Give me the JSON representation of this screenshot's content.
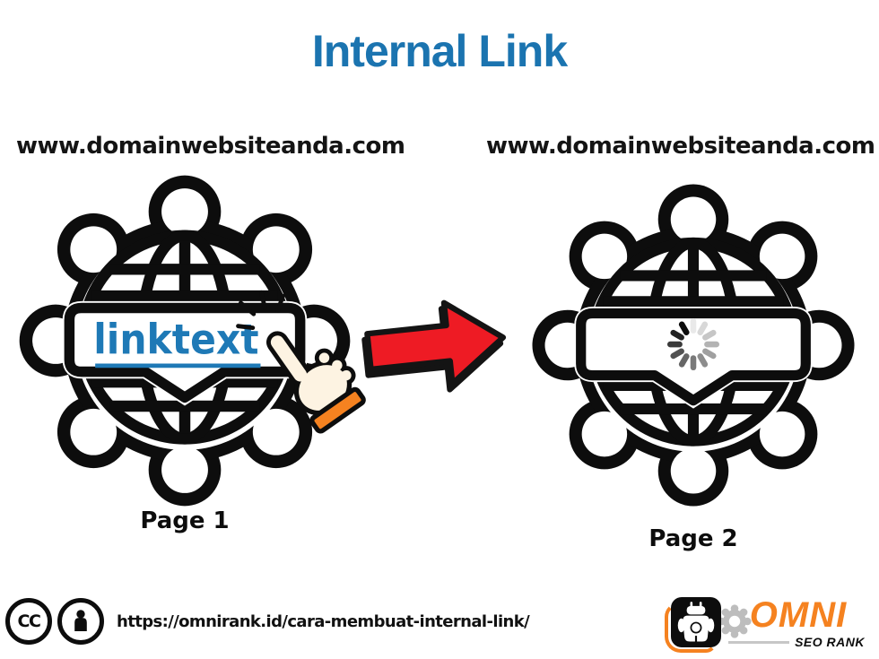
{
  "title": "Internal Link",
  "left_site": {
    "domain": "www.domainwebsiteanda.com",
    "link_text": "linktext",
    "page_label": "Page 1"
  },
  "right_site": {
    "domain": "www.domainwebsiteanda.com",
    "page_label": "Page 2"
  },
  "footer": {
    "cc_label": "CC",
    "url": "https://omnirank.id/cara-membuat-internal-link/"
  },
  "logo": {
    "name": "OMNI",
    "tagline": "SEO RANK"
  },
  "icons": {
    "gear_globe": "cog wheel with globe and label speech-bubble (website page pictogram)",
    "cursor_hand": "clicking hand pointer with orange cuff and click burst",
    "loading_spinner": "12-segment gray loading spinner",
    "red_arrow": "thick red right-pointing arrow with black outline",
    "cc": "creative-commons CC circle",
    "attribution_person": "person-in-circle attribution (BY)",
    "robot_mascot": "white robot mascot in black rounded square"
  },
  "colors": {
    "title_blue": "#1b74b0",
    "link_blue": "#1e79b6",
    "arrow_red": "#ee1b24",
    "brand_orange": "#f58220",
    "hand_cream": "#fdf3e2",
    "ink": "#0d0d0d",
    "rule_gray": "#c7c7c7",
    "spinner_darkest": "#0d0d0d",
    "spinner_lightest": "#e9e9e9"
  }
}
